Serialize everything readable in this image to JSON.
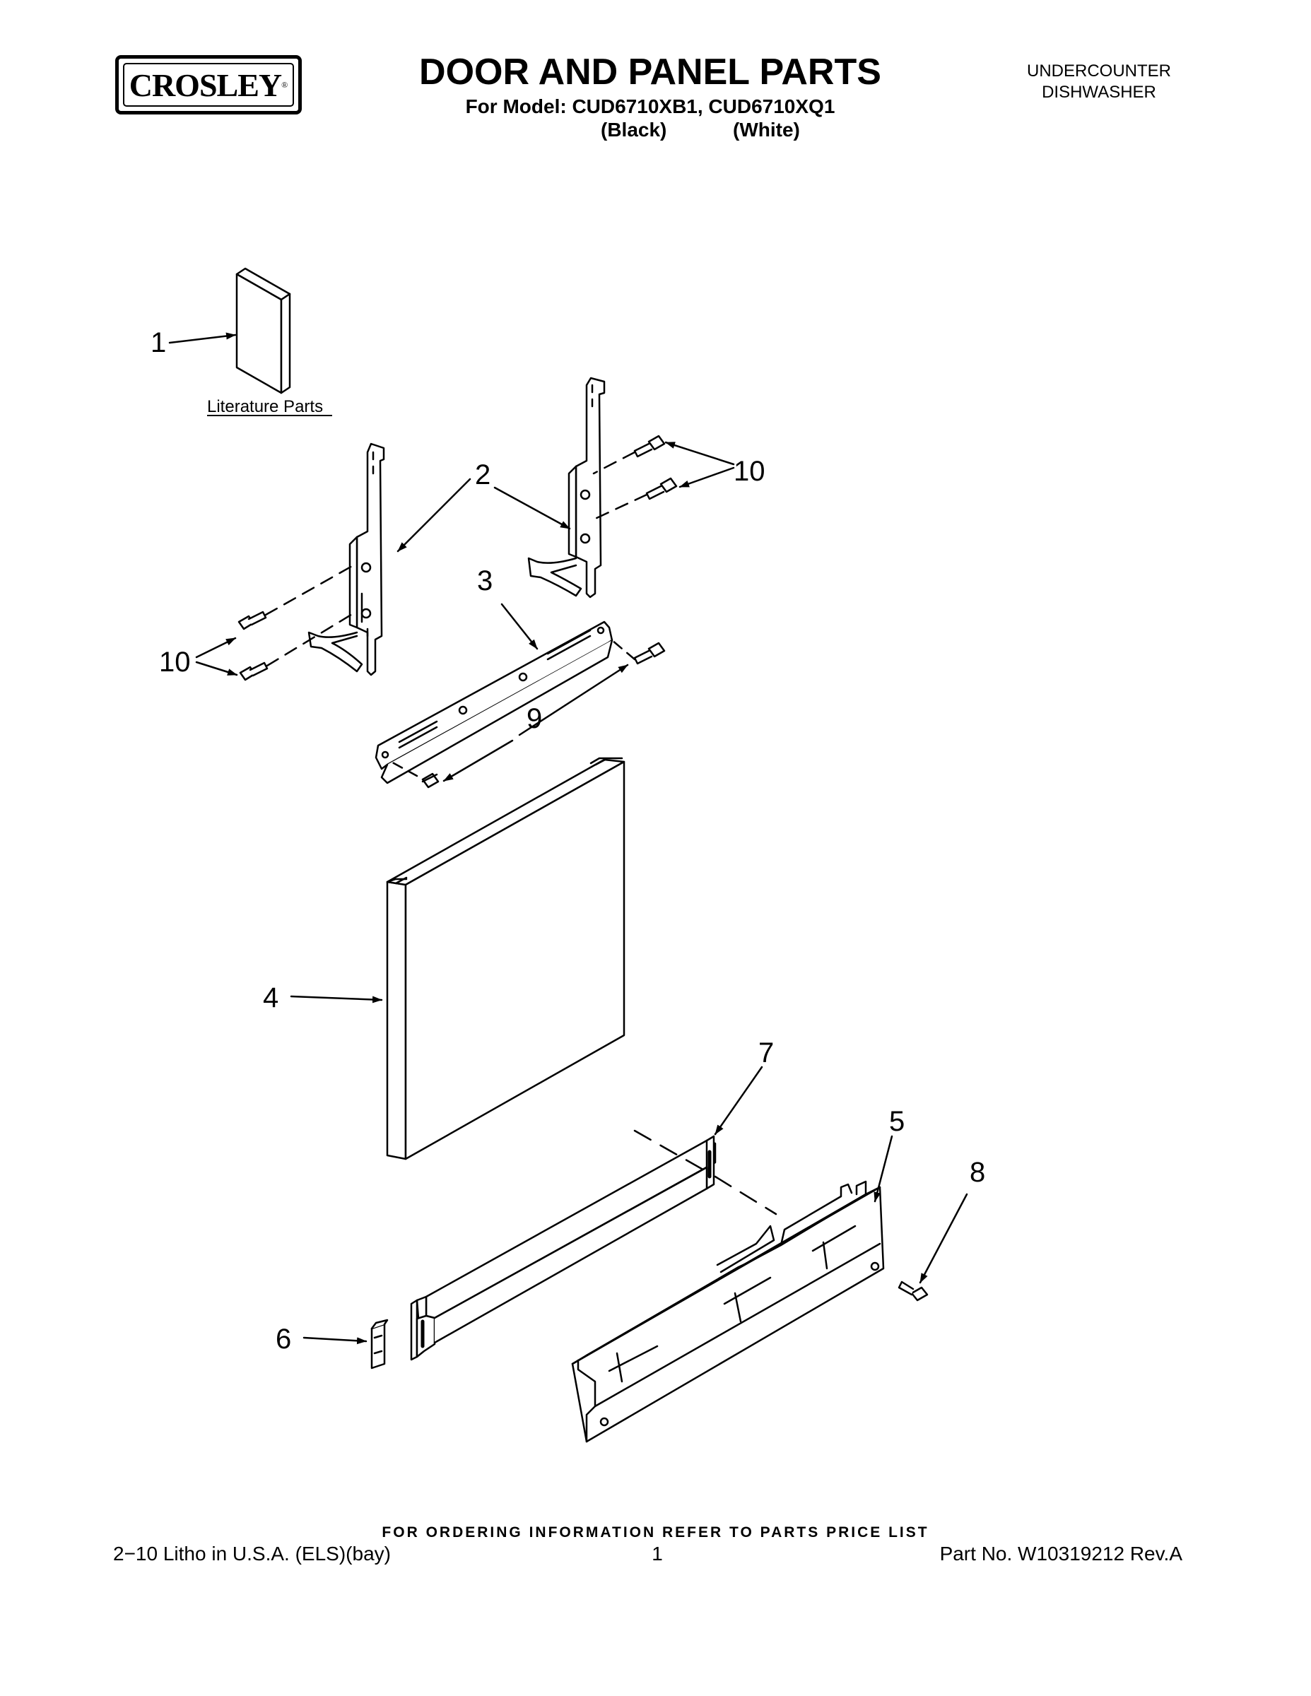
{
  "header": {
    "brand": "CROSLEY",
    "brand_mark": "®",
    "title": "DOOR AND PANEL PARTS",
    "models_line": "For Model: CUD6710XB1, CUD6710XQ1",
    "variant_black": "(Black)",
    "variant_white": "(White)",
    "appliance_line1": "UNDERCOUNTER",
    "appliance_line2": "DISHWASHER"
  },
  "diagram": {
    "literature_label": "Literature Parts",
    "callouts": {
      "c1": "1",
      "c2": "2",
      "c3": "3",
      "c4": "4",
      "c5": "5",
      "c6": "6",
      "c7": "7",
      "c8": "8",
      "c9": "9",
      "c10_left": "10",
      "c10_right": "10"
    }
  },
  "footer": {
    "order_note": "FOR ORDERING INFORMATION REFER TO PARTS PRICE LIST",
    "litho": "2−10 Litho in U.S.A. (ELS)(bay)",
    "page": "1",
    "part_no": "Part No. W10319212 Rev.A"
  }
}
